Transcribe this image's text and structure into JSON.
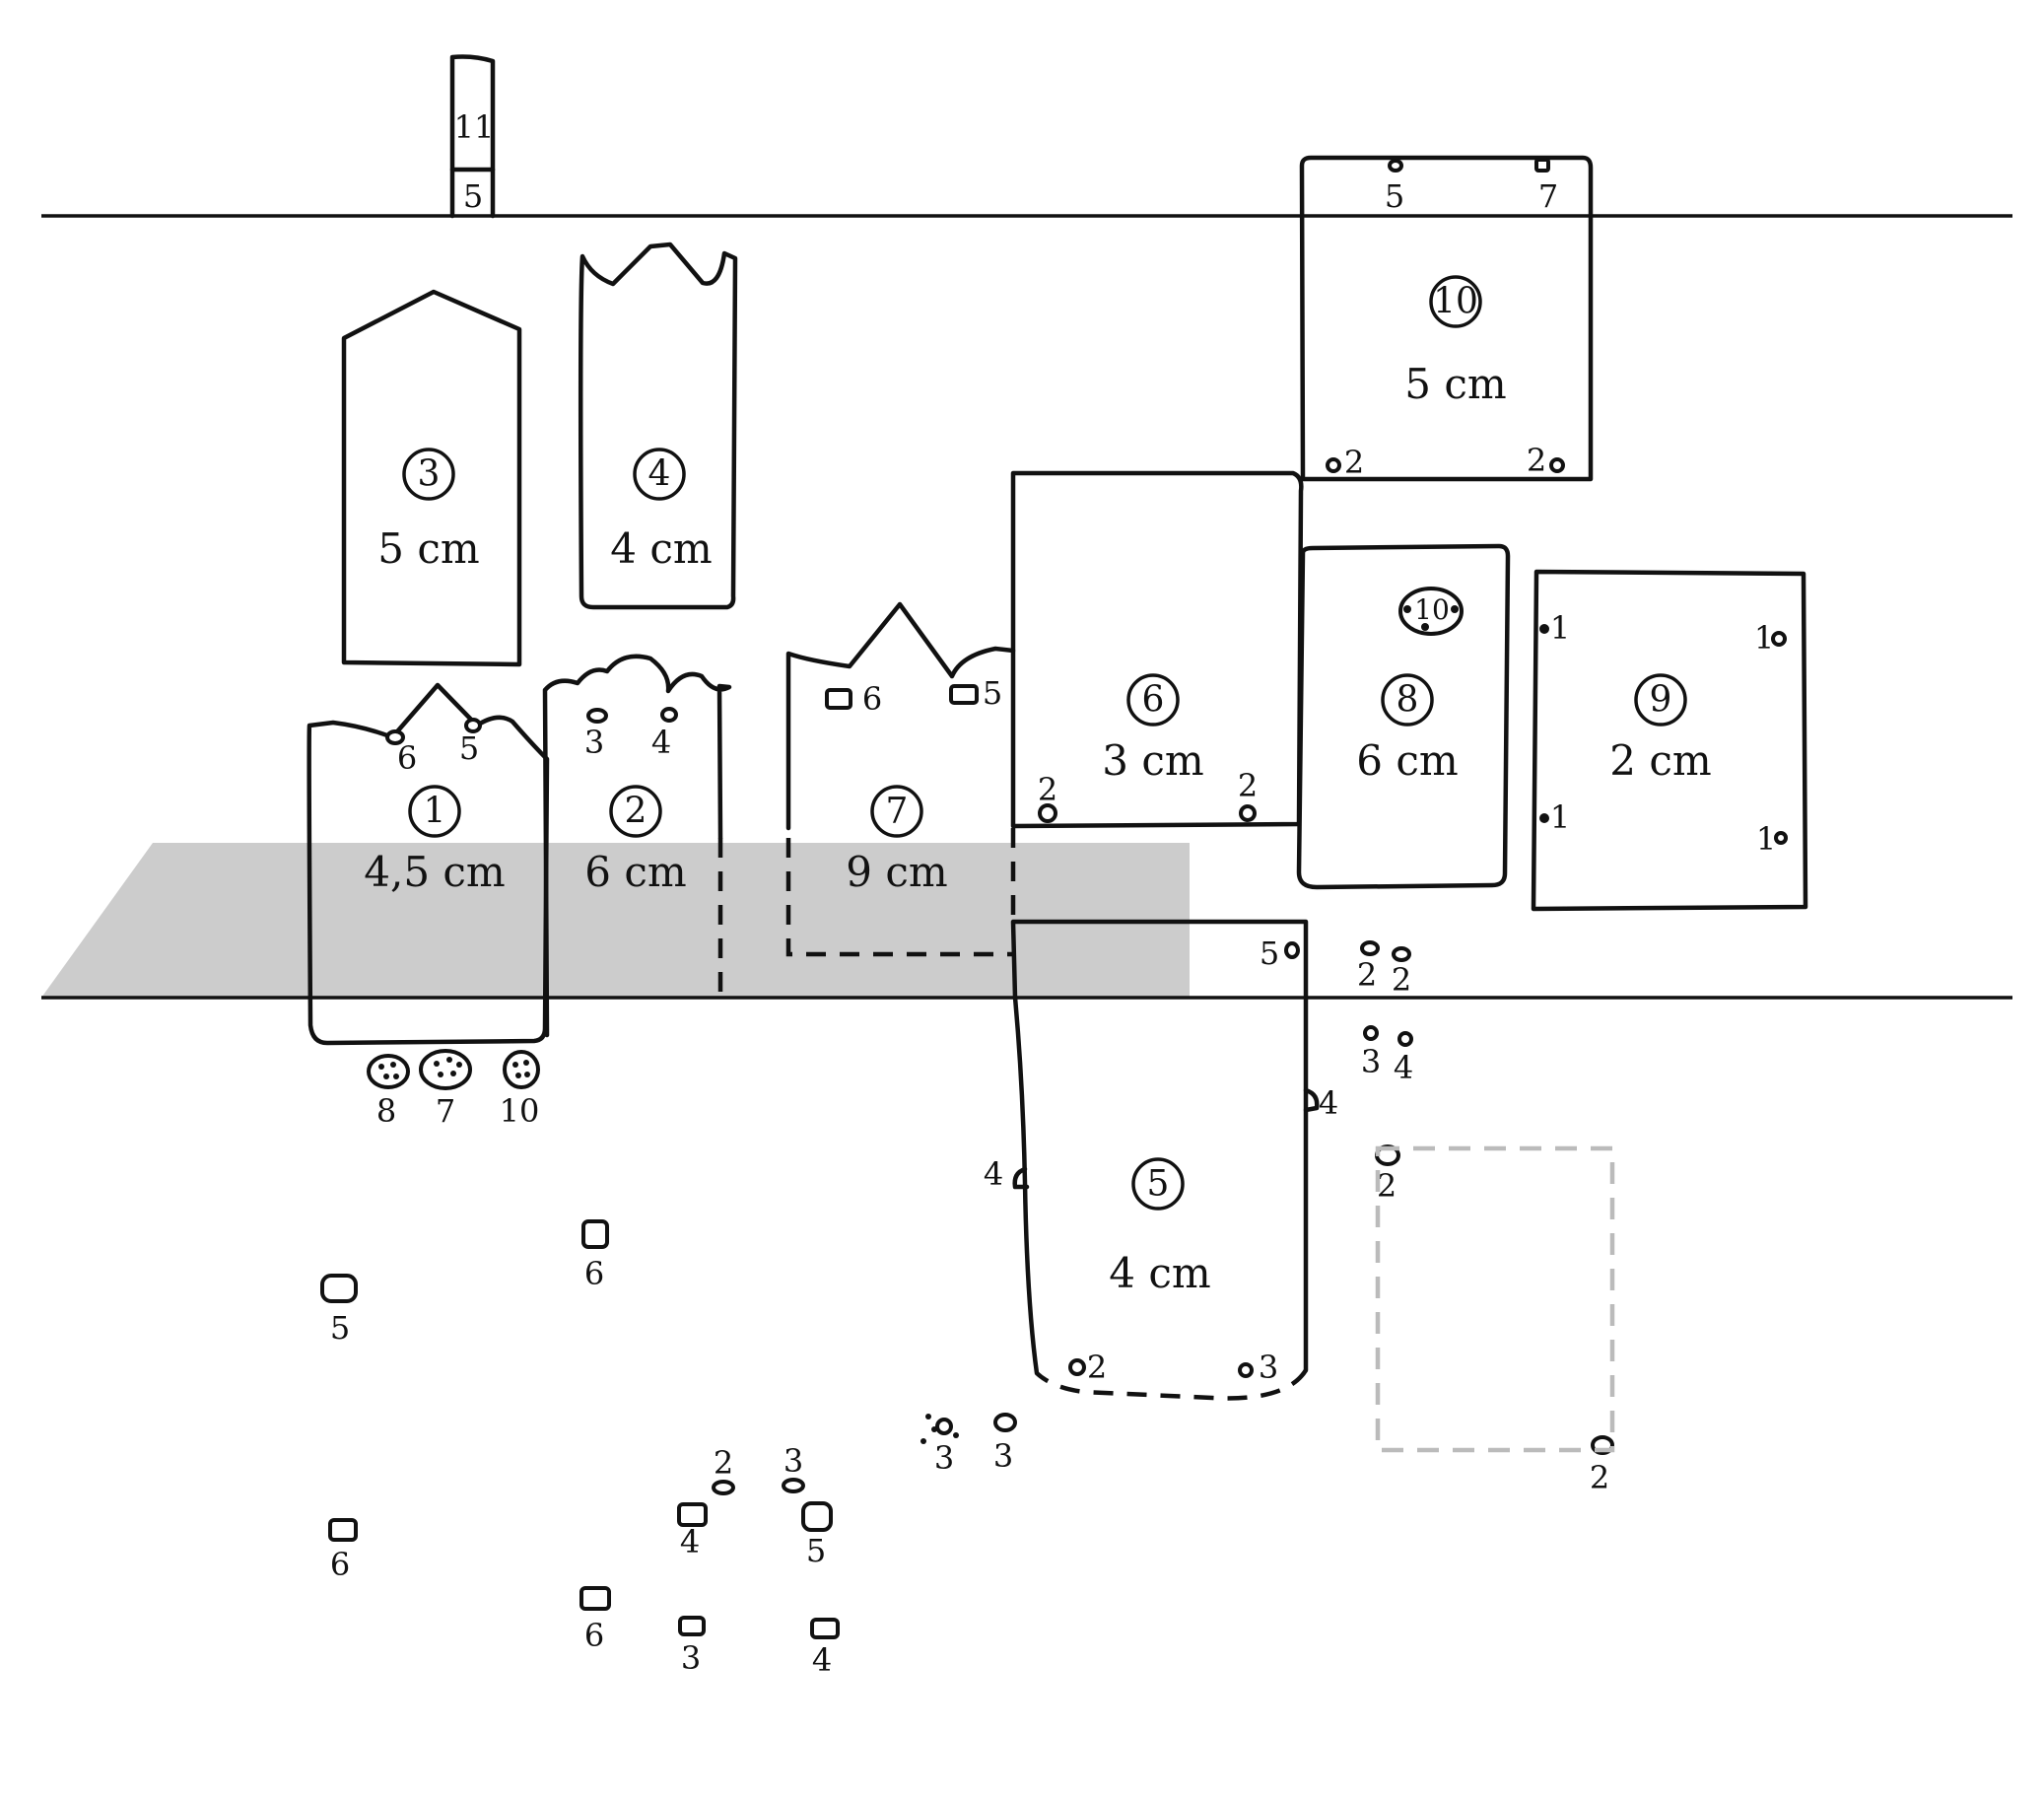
{
  "pieces": [
    {
      "id": "1",
      "size": "4,5 cm"
    },
    {
      "id": "2",
      "size": "6 cm"
    },
    {
      "id": "3",
      "size": "5 cm"
    },
    {
      "id": "4",
      "size": "4 cm"
    },
    {
      "id": "5",
      "size": "4 cm"
    },
    {
      "id": "6",
      "size": "3 cm"
    },
    {
      "id": "7",
      "size": "9 cm"
    },
    {
      "id": "8",
      "size": "6 cm"
    },
    {
      "id": "9",
      "size": "2 cm"
    },
    {
      "id": "10",
      "size": "5 cm"
    }
  ],
  "strip_labels": [
    "11",
    "5"
  ],
  "marks": {
    "p1": [
      "6",
      "5"
    ],
    "p2": [
      "3",
      "4"
    ],
    "p7": [
      "6",
      "5"
    ],
    "p6": [
      "2",
      "2"
    ],
    "p8": [
      "10"
    ],
    "p9": [
      "1",
      "1",
      "1",
      "1"
    ],
    "p10": [
      "5",
      "7",
      "2",
      "2"
    ],
    "p5": [
      "5",
      "4",
      "4",
      "2",
      "3"
    ],
    "beads": [
      "8",
      "7",
      "10"
    ],
    "right_cluster": [
      "2",
      "2",
      "3",
      "4",
      "2",
      "2"
    ],
    "scatter": [
      "6",
      "5",
      "6",
      "3",
      "3",
      "2",
      "3",
      "4",
      "5",
      "6",
      "3",
      "4"
    ]
  }
}
